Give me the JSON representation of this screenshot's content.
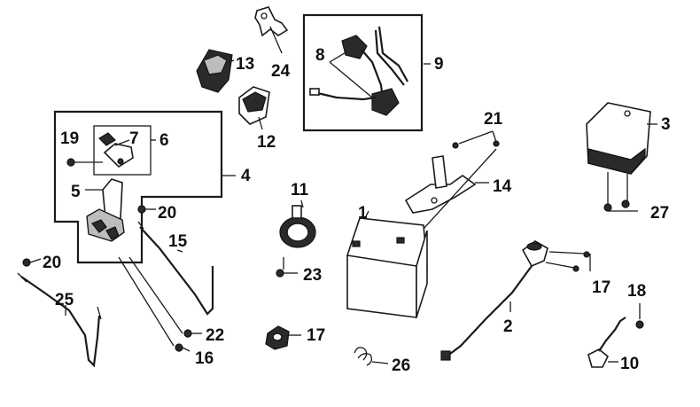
{
  "diagram": {
    "callouts": [
      {
        "id": "c1",
        "label": "1"
      },
      {
        "id": "c2",
        "label": "2"
      },
      {
        "id": "c3",
        "label": "3"
      },
      {
        "id": "c4",
        "label": "4"
      },
      {
        "id": "c5",
        "label": "5"
      },
      {
        "id": "c6",
        "label": "6"
      },
      {
        "id": "c7",
        "label": "7"
      },
      {
        "id": "c8",
        "label": "8"
      },
      {
        "id": "c9",
        "label": "9"
      },
      {
        "id": "c10",
        "label": "10"
      },
      {
        "id": "c11",
        "label": "11"
      },
      {
        "id": "c12",
        "label": "12"
      },
      {
        "id": "c13",
        "label": "13"
      },
      {
        "id": "c14",
        "label": "14"
      },
      {
        "id": "c15",
        "label": "15"
      },
      {
        "id": "c16",
        "label": "16"
      },
      {
        "id": "c17a",
        "label": "17"
      },
      {
        "id": "c17b",
        "label": "17"
      },
      {
        "id": "c18",
        "label": "18"
      },
      {
        "id": "c19",
        "label": "19"
      },
      {
        "id": "c20a",
        "label": "20"
      },
      {
        "id": "c20b",
        "label": "20"
      },
      {
        "id": "c21",
        "label": "21"
      },
      {
        "id": "c22",
        "label": "22"
      },
      {
        "id": "c23",
        "label": "23"
      },
      {
        "id": "c24",
        "label": "24"
      },
      {
        "id": "c25",
        "label": "25"
      },
      {
        "id": "c26",
        "label": "26"
      },
      {
        "id": "c27",
        "label": "27"
      }
    ]
  }
}
